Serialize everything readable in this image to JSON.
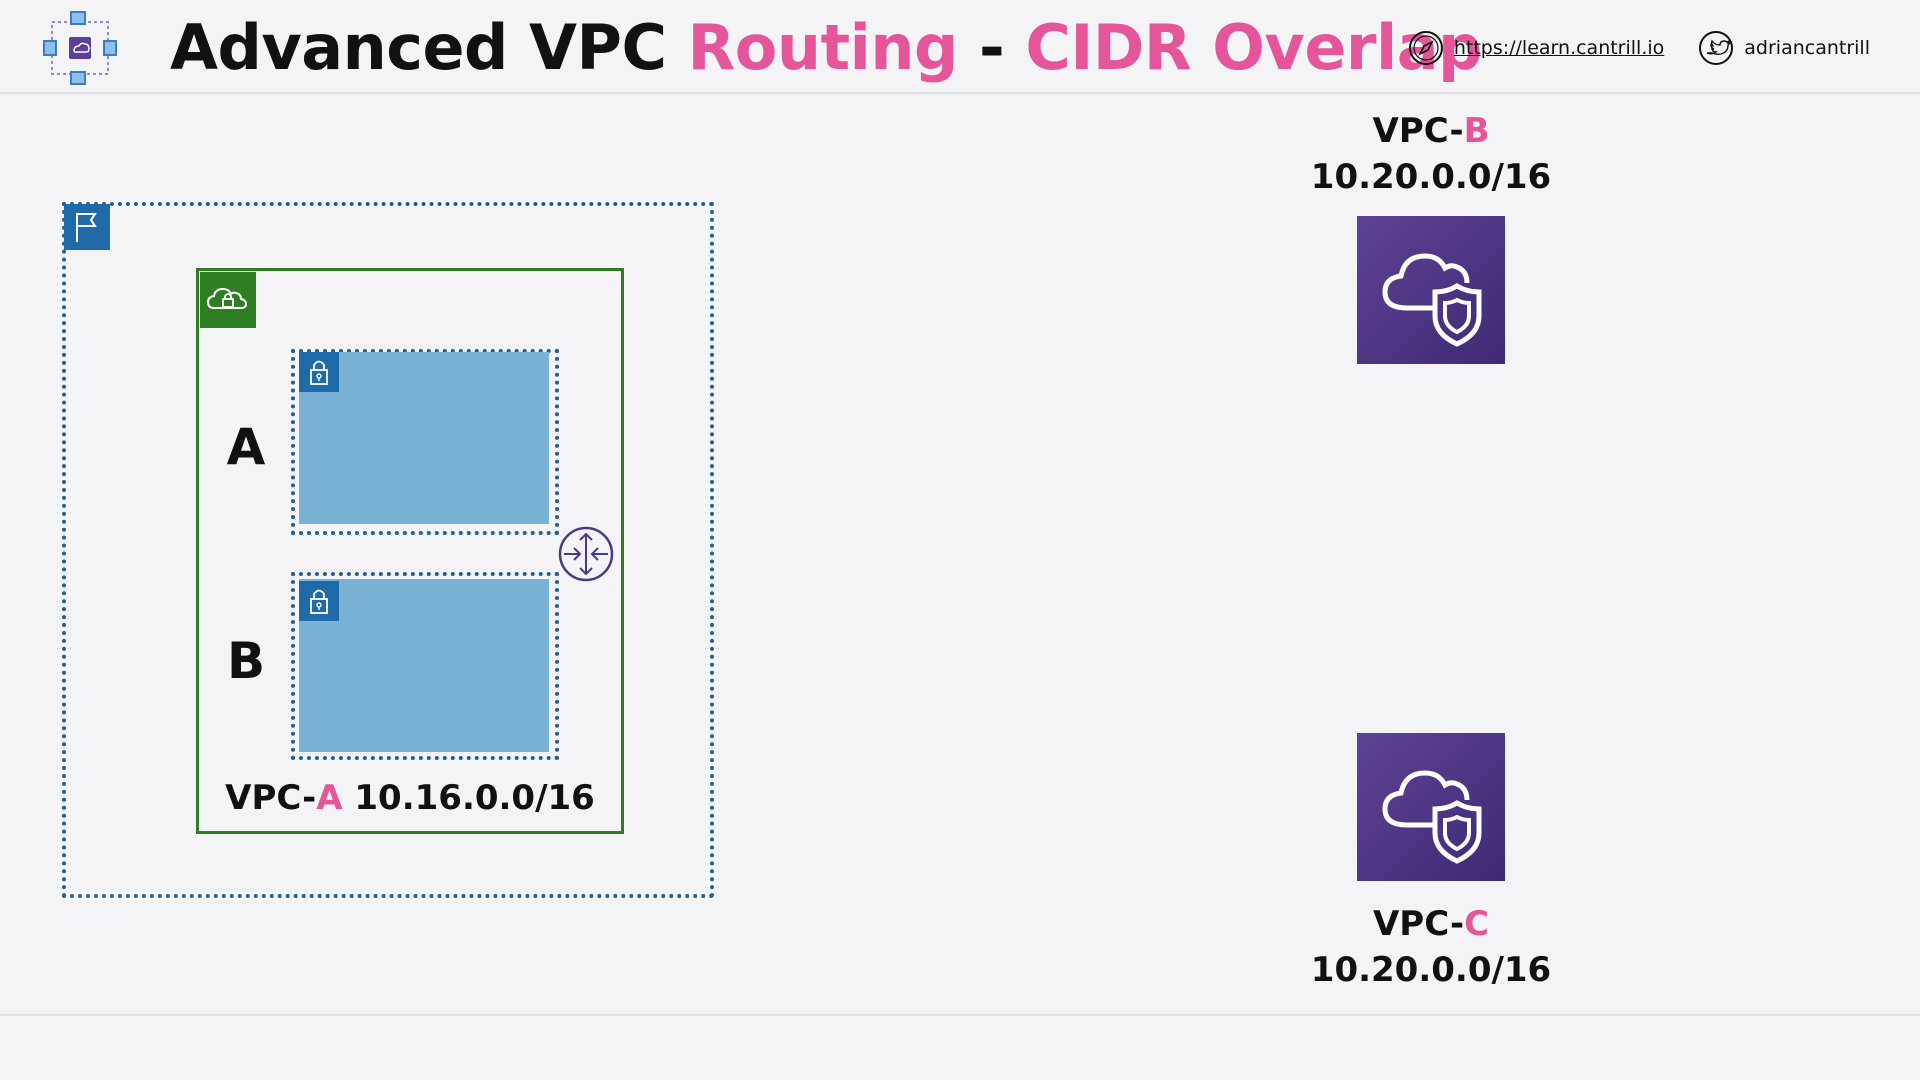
{
  "header": {
    "title_part1": "Advanced VPC ",
    "title_accent1": "Routing",
    "title_dash": " - ",
    "title_accent2": "CIDR Overlap",
    "website": "https://learn.cantrill.io",
    "twitter": "adriancantrill",
    "logo_icon": "network-hub-icon",
    "website_icon": "compass-icon",
    "twitter_icon": "twitter-bird-icon"
  },
  "colors": {
    "accent": "#e5559a",
    "region_border": "#1f5f93",
    "vpc_border": "#2e7d23",
    "subnet_fill": "#7ab2d6",
    "peer_fill": "#4e3785"
  },
  "diagram": {
    "region": {
      "icon": "flag-icon"
    },
    "vpc_a": {
      "icon": "cloud-lock-icon",
      "label_prefix": "VPC-",
      "label_letter": "A",
      "label_cidr": " 10.16.0.0/16",
      "router_icon": "router-icon",
      "subnets": [
        {
          "letter": "A",
          "icon": "padlock-icon"
        },
        {
          "letter": "B",
          "icon": "padlock-icon"
        }
      ]
    },
    "vpc_b": {
      "label_prefix": "VPC-",
      "label_letter": "B",
      "cidr": "10.20.0.0/16",
      "icon": "cloud-shield-icon"
    },
    "vpc_c": {
      "label_prefix": "VPC-",
      "label_letter": "C",
      "cidr": "10.20.0.0/16",
      "icon": "cloud-shield-icon"
    }
  }
}
